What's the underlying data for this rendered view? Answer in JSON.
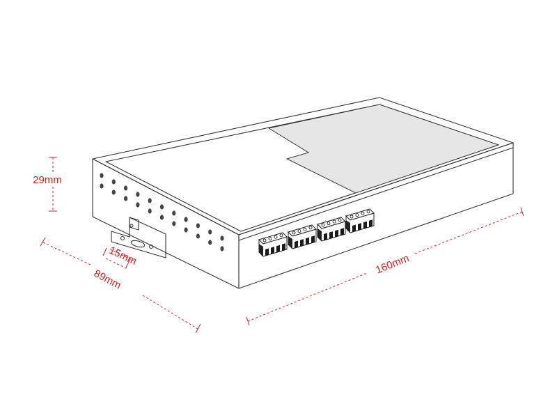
{
  "dimensions": {
    "height": "29mm",
    "depth": "89mm",
    "bracket": "15mm",
    "length": "160mm"
  },
  "colors": {
    "dimension": "#cc2222",
    "outline": "#333333",
    "label_area": "#e6e6e6",
    "vent_holes": "#444444"
  },
  "components": {
    "terminal_blocks": 4,
    "mounting_bracket": "ear-with-slot"
  }
}
